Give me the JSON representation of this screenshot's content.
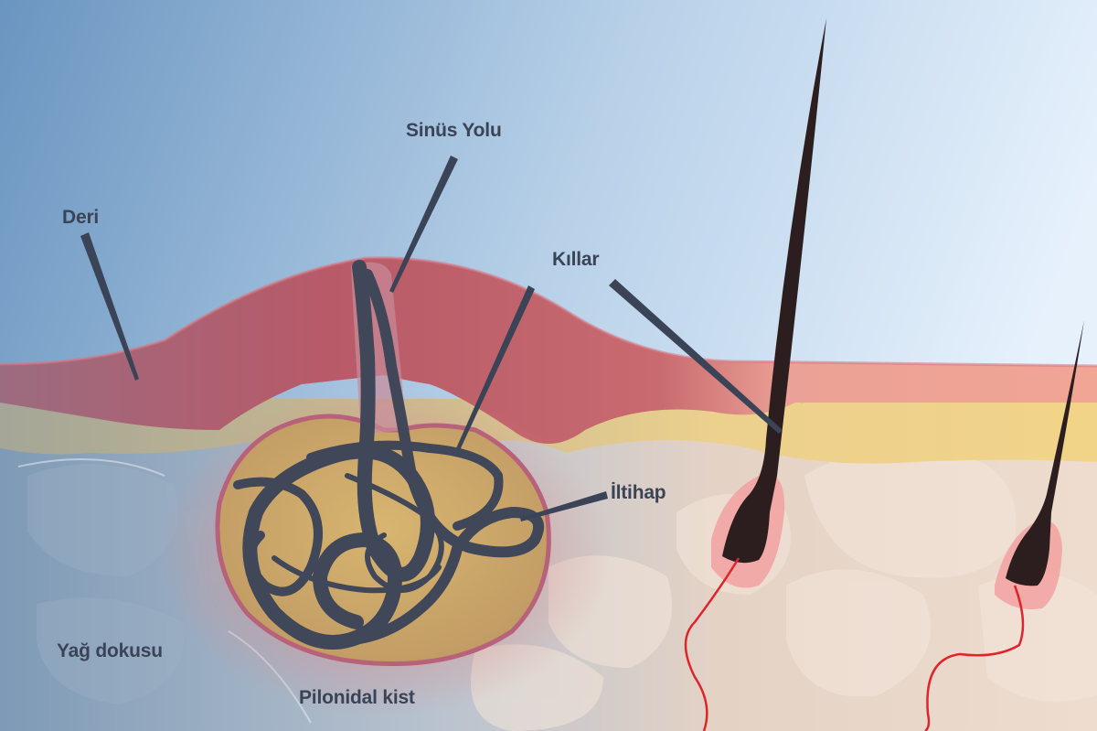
{
  "labels": {
    "deri": "Deri",
    "sinus_yolu": "Sinüs Yolu",
    "killar": "Kıllar",
    "iltihap": "İltihap",
    "yag_dokusu": "Yağ dokusu",
    "pilonidal_kist": "Pilonidal kist"
  },
  "colors": {
    "sky_left": "#6e98c2",
    "sky_right": "#e4f0fb",
    "skin": "#b85766",
    "skin_light": "#e69a8e",
    "fat_layer": "#ecd08a",
    "cyst_fill": "#cfae6a",
    "hair": "#2c1e1e",
    "nerve": "#e0242c",
    "label_text": "#3b4456"
  }
}
